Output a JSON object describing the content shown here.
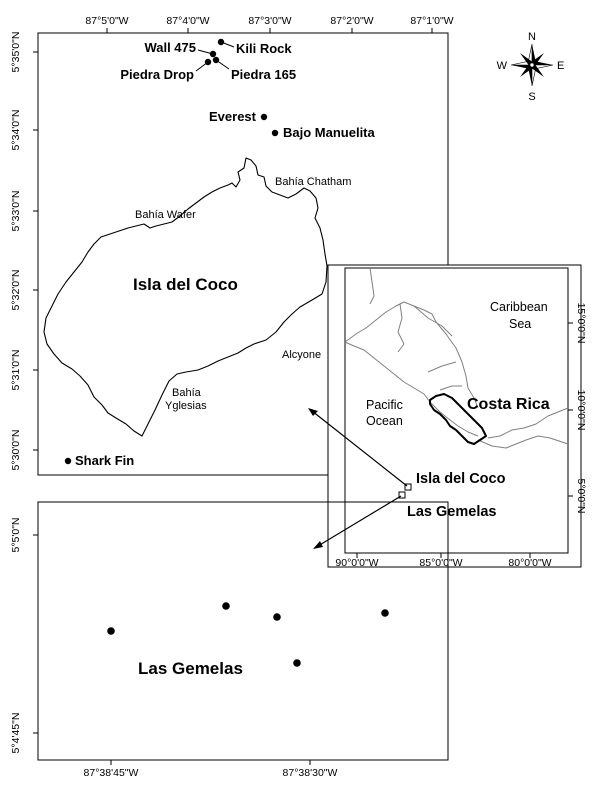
{
  "main_map": {
    "lon_ticks": [
      "87°5'0\"W",
      "87°4'0\"W",
      "87°3'0\"W",
      "87°2'0\"W",
      "87°1'0\"W"
    ],
    "lat_ticks": [
      "5°35'0\"N",
      "5°34'0\"N",
      "5°33'0\"N",
      "5°32'0\"N",
      "5°31'0\"N",
      "5°30'0\"N"
    ],
    "island_label": "Isla del Coco",
    "sites": {
      "wall_475": "Wall 475",
      "kili_rock": "Kili Rock",
      "piedra_drop": "Piedra Drop",
      "piedra_165": "Piedra 165",
      "everest": "Everest",
      "bajo_manuelita": "Bajo Manuelita",
      "shark_fin": "Shark Fin"
    },
    "places": {
      "bahia_chatham": "Bahía Chatham",
      "bahia_wafer": "Bahía Wafer",
      "alcyone": "Alcyone",
      "bahia_yglesias_1": "Bahía",
      "bahia_yglesias_2": "Yglesias"
    }
  },
  "compass": {
    "n": "N",
    "s": "S",
    "e": "E",
    "w": "W"
  },
  "inset_map": {
    "lon_ticks": [
      "90°0'0\"W",
      "85°0'0\"W",
      "80°0'0\"W"
    ],
    "lat_ticks": [
      "15°0'0\"N",
      "10°0'0\"N",
      "5°0'0\"N"
    ],
    "caribbean_1": "Caribbean",
    "caribbean_2": "Sea",
    "pacific_1": "Pacific",
    "pacific_2": "Ocean",
    "country": "Costa Rica",
    "isla_label": "Isla del Coco",
    "gemelas_label": "Las Gemelas"
  },
  "gemelas_map": {
    "lon_ticks": [
      "87°38'45\"W",
      "87°38'30\"W"
    ],
    "lat_ticks": [
      "5°5'0\"N",
      "5°4'45\"N"
    ],
    "label": "Las Gemelas"
  }
}
